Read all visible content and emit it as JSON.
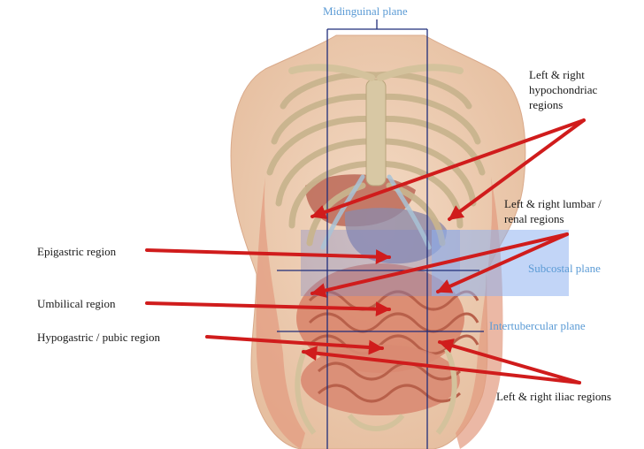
{
  "planes": {
    "midinguinal": "Midinguinal plane",
    "subcostal": "Subcostal plane",
    "intertubercular": "Intertubercular plane"
  },
  "regions": {
    "hypochondriac": [
      "Left & right",
      "hypochondriac",
      "regions"
    ],
    "lumbar": [
      "Left & right lumbar /",
      "renal regions"
    ],
    "epigastric": "Epigastric region",
    "umbilical": "Umbilical region",
    "hypogastric": "Hypogastric / pubic region",
    "iliac": "Left & right iliac regions"
  },
  "colors": {
    "arrow": "#d01c1c",
    "grid_line": "#1f2d7a",
    "plane_label": "#5b9bd5",
    "subcostal_highlight": "#8fb3f0"
  }
}
